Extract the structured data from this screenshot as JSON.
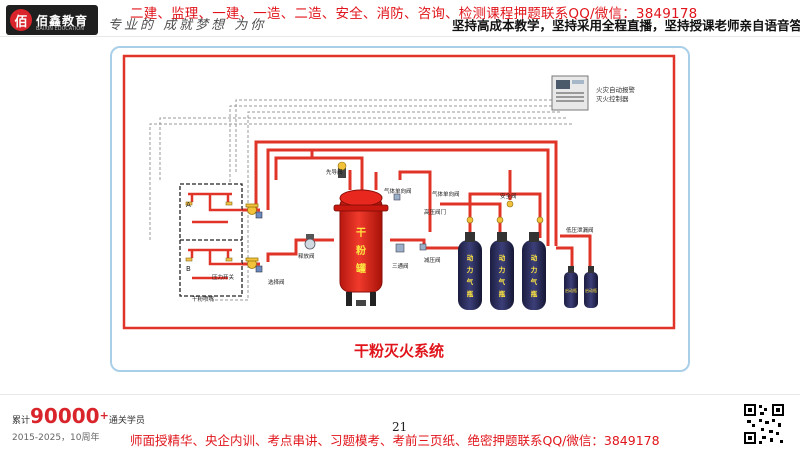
{
  "header": {
    "logo_mark": "佰",
    "logo_text": "佰鑫教育",
    "logo_sub": "BAIXIN EDUCATION",
    "signature": "专业的 成就梦想 为你",
    "banner_courses": "二建、监理、一建、一造、二造、安全、消防、咨询、检测课程押题联系QQ/微信：3849178",
    "banner_teaching": "坚持高成本教学，坚持采用全程直播，坚持授课老师亲自语音答疑"
  },
  "diagram": {
    "title": "干粉灭火系统",
    "labels": {
      "controller": [
        "火灾自动报警",
        "灭火控制器"
      ],
      "smoke_valve": "先导阀",
      "gas_check_valve": "气体单向阀",
      "gas_check_valve2": "气体单向阀",
      "safety_valve": "安全阀",
      "hp_valve": "高压阀门",
      "lp_valve": "低压泄漏阀",
      "pressure_switch": "压力开关",
      "check_valve": "选择阀",
      "pump": "释放阀",
      "tri_valve": "三通阀",
      "reducer": "减压阀",
      "nozzle_valve": "干粉喷嘴",
      "zone_a": "A",
      "zone_b": "B",
      "tank_chars": [
        "干",
        "粉",
        "罐"
      ],
      "cylinder_chars": [
        "动",
        "力",
        "气",
        "瓶"
      ],
      "start_bottle": "启动瓶"
    },
    "colors": {
      "pipe": "#e03428",
      "tank": "#e8281f",
      "cylinder": "#2a2c5a",
      "frame_border": "#e03428",
      "control_line": "#9a9a9a"
    }
  },
  "footer": {
    "stat_prefix": "累计",
    "stat_number": "90000",
    "stat_plus": "+",
    "stat_suffix": "通关学员",
    "years": "2015-2025，10周年",
    "page_number": "21",
    "banner": "师面授精华、央企内训、考点串讲、习题模考、考前三页纸、绝密押题联系QQ/微信：3849178"
  }
}
